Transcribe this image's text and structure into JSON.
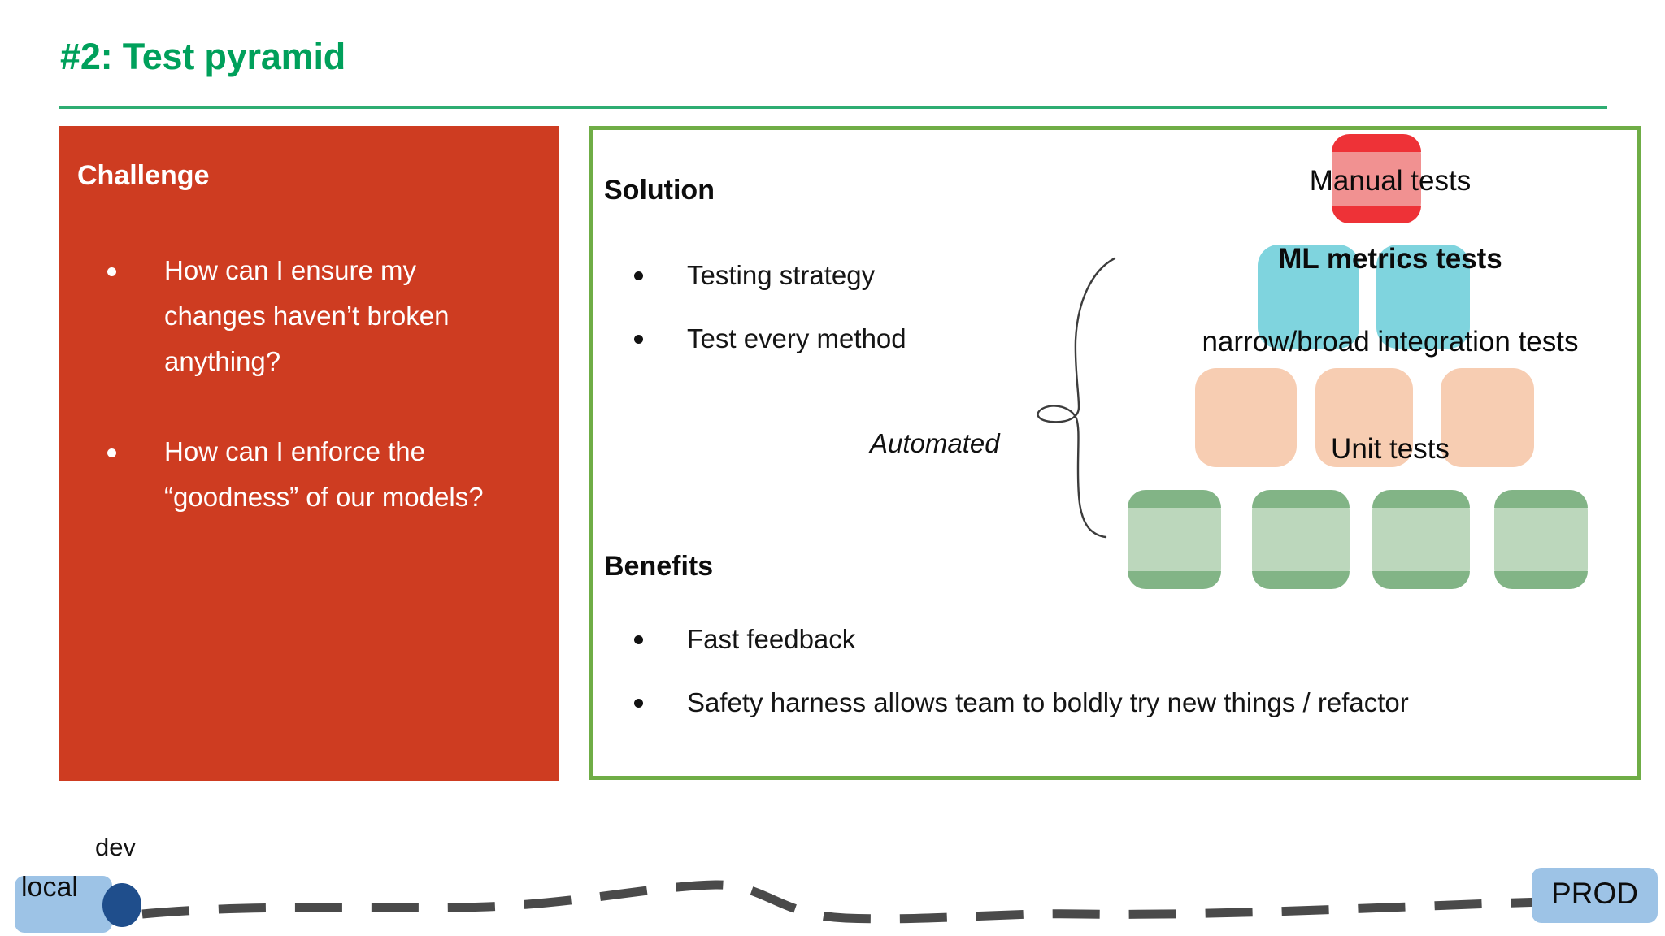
{
  "slide": {
    "title": "#2: Test pyramid",
    "title_color": "#00A05B",
    "rule_color": "#2EAD72"
  },
  "challenge": {
    "heading": "Challenge",
    "panel_color": "#CE3C21",
    "text_color": "#FFFFFF",
    "items": [
      "How can I ensure my changes haven’t broken anything?",
      "How can I enforce the “goodness” of our models?"
    ]
  },
  "solution": {
    "heading": "Solution",
    "border_color": "#6FAD46",
    "items": [
      "Testing strategy",
      "Test every method"
    ],
    "annotation": "Automated"
  },
  "benefits": {
    "heading": "Benefits",
    "items": [
      "Fast feedback",
      "Safety harness allows team to boldly try new things / refactor"
    ]
  },
  "pyramid": {
    "layers": [
      {
        "label": "Manual tests",
        "color": "#F19191",
        "band_color": "#EE3237",
        "bold": false,
        "blocks": 1
      },
      {
        "label": "ML metrics tests",
        "color": "#7FD4DE",
        "band_color": "#7FD4DE",
        "bold": true,
        "blocks": 2
      },
      {
        "label": "narrow/broad integration tests",
        "color": "#F7CDB2",
        "band_color": "#F7CDB2",
        "bold": false,
        "blocks": 3
      },
      {
        "label": "Unit tests",
        "color": "#BCD7BC",
        "band_color": "#82B486",
        "bold": false,
        "blocks": 4
      }
    ]
  },
  "timeline": {
    "dev_label": "dev",
    "local_label": "local",
    "prod_label": "PROD",
    "box_color": "#9DC3E6",
    "dot_color": "#1F4E8C",
    "line_color": "#4A4A4A"
  }
}
